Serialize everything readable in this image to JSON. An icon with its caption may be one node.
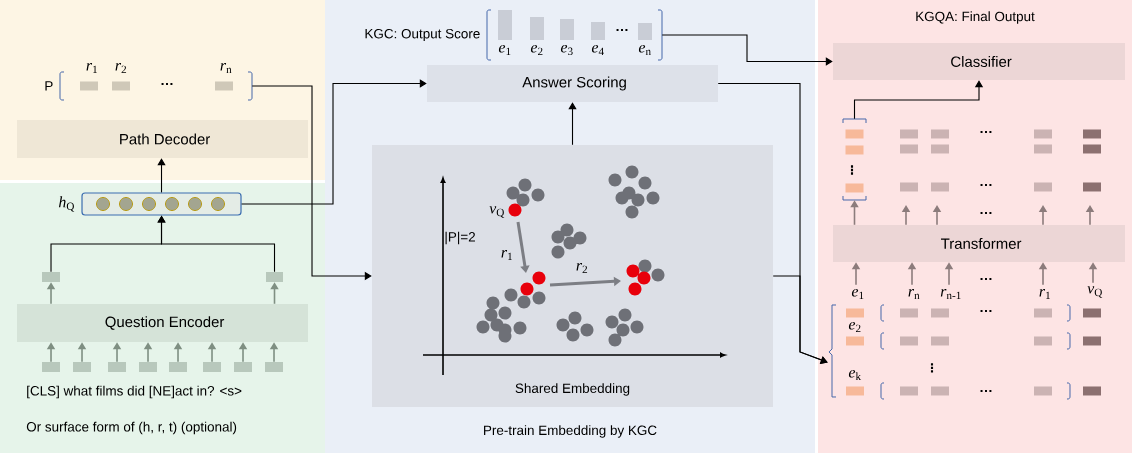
{
  "diagram": {
    "nodes": [
      {
        "text": [],
        "shape": "box"
      },
      {
        "text": [
          "P"
        ],
        "in": 0
      },
      {
        "text": [
          "Path Decoder"
        ],
        "in": 0
      },
      {
        "text": [],
        "shape": "box"
      },
      {
        "text": [
          "*h*$_{Q}$"
        ],
        "in": 3
      },
      {
        "text": [],
        "shape": "box",
        "in": 3
      },
      {
        "text": [],
        "shape": "box",
        "in": 3
      },
      {
        "text": [
          "Question Encoder"
        ],
        "in": 3
      },
      {
        "text": [],
        "shape": "box",
        "in": 3
      },
      {
        "text": [],
        "shape": "box",
        "in": 3
      },
      {
        "text": [],
        "shape": "box",
        "in": 3
      },
      {
        "text": [],
        "shape": "box",
        "in": 3
      },
      {
        "text": [],
        "shape": "box",
        "in": 3
      },
      {
        "text": [],
        "shape": "box",
        "in": 3
      },
      {
        "text": [],
        "shape": "box",
        "in": 3
      },
      {
        "text": [],
        "shape": "box",
        "in": 3
      },
      {
        "text": [
          "Pre-train Embedding by KGC"
        ]
      },
      {
        "text": [
          "KGC: Output Score"
        ],
        "in": 16
      },
      {
        "text": [
          "Answer Scoring"
        ],
        "in": 16
      },
      {
        "text": [
          "Shared Embedding"
        ],
        "in": 16
      },
      {
        "text": [
          "KGQA: Final Output"
        ]
      },
      {
        "text": [
          "Classifier"
        ],
        "in": 20
      },
      {
        "text": [],
        "shape": "bracket",
        "in": 20
      },
      {
        "text": [
          "Transformer"
        ],
        "in": 20
      },
      {
        "text": [],
        "shape": "bracket",
        "in": 20
      },
      {
        "text": [
          "*e*$_{1}$"
        ],
        "in": 20
      },
      {
        "text": [
          "*r*$_{n}$"
        ],
        "in": 20
      },
      {
        "text": [
          "*r*$_{n-1}$"
        ],
        "in": 20
      },
      {
        "text": [
          "*r*$_{1}$"
        ],
        "in": 20
      },
      {
        "text": [
          "*v*$_{Q}$"
        ],
        "in": 20
      }
    ],
    "edges": [
      {
        "from": 8,
        "to": 7,
        "arrow": "to",
        "color": "#7f8f82"
      },
      {
        "from": 9,
        "to": 7,
        "arrow": "to",
        "color": "#7f8f82"
      },
      {
        "from": 10,
        "to": 7,
        "arrow": "to",
        "color": "#7f8f82"
      },
      {
        "from": 11,
        "to": 7,
        "arrow": "to",
        "color": "#7f8f82"
      },
      {
        "from": 12,
        "to": 7,
        "arrow": "to",
        "color": "#7f8f82"
      },
      {
        "from": 13,
        "to": 7,
        "arrow": "to",
        "color": "#7f8f82"
      },
      {
        "from": 14,
        "to": 7,
        "arrow": "to",
        "color": "#7f8f82"
      },
      {
        "from": 15,
        "to": 7,
        "arrow": "to",
        "color": "#7f8f82"
      },
      {
        "from": 7,
        "to": 5,
        "arrow": "to",
        "color": "#7f8f82"
      },
      {
        "from": 7,
        "to": 6,
        "arrow": "to",
        "color": "#7f8f82"
      },
      {
        "from": 5,
        "to": 4,
        "arrow": "to",
        "color": "#000000"
      },
      {
        "from": 6,
        "to": 4,
        "arrow": "to",
        "color": "#000000"
      },
      {
        "from": 4,
        "to": 2,
        "arrow": "to",
        "color": "#000000"
      },
      {
        "from": 4,
        "to": 18,
        "arrow": "to",
        "color": "#000000"
      },
      {
        "from": 1,
        "to": 19,
        "arrow": "to",
        "color": "#000000"
      },
      {
        "from": 19,
        "to": 18,
        "arrow": "to",
        "color": "#000000"
      },
      {
        "from": 17,
        "to": 21,
        "arrow": "to",
        "color": "#000000"
      },
      {
        "from": 18,
        "to": 24,
        "arrow": "to",
        "color": "#000000"
      },
      {
        "from": 19,
        "to": 24,
        "arrow": "to",
        "color": "#000000"
      },
      {
        "from": 22,
        "to": 21,
        "arrow": "to",
        "color": "#000000"
      },
      {
        "from": 25,
        "to": 23,
        "arrow": "to",
        "color": "#8c7c7c"
      },
      {
        "from": 26,
        "to": 23,
        "arrow": "to",
        "color": "#8c7c7c"
      },
      {
        "from": 27,
        "to": 23,
        "arrow": "to",
        "color": "#8c7c7c"
      },
      {
        "from": 28,
        "to": 23,
        "arrow": "to",
        "color": "#8c7c7c"
      },
      {
        "from": 29,
        "to": 23,
        "arrow": "to",
        "color": "#8c7c7c"
      },
      {
        "from": 23,
        "to": 22,
        "arrow": "to",
        "color": "#8c7c7c"
      },
      {
        "from": 23,
        "to": null,
        "arrow": "to",
        "color": "#8c7c7c"
      },
      {
        "from": 23,
        "to": null,
        "arrow": "to",
        "color": "#8c7c7c"
      },
      {
        "from": 23,
        "to": null,
        "arrow": "to",
        "color": "#8c7c7c"
      },
      {
        "from": 23,
        "to": null,
        "arrow": "to",
        "color": "#8c7c7c"
      }
    ],
    "labels": [
      "*r*$_{1}$",
      "*r*$_{2}$",
      "…",
      "*r*$_{n}$",
      "*e*$_{1}$",
      "*e*$_{2}$",
      "*e*$_{3}$",
      "*e*$_{4}$",
      "…",
      "*e*$_{n}$",
      "*v*$_{Q}$",
      "|P|=2",
      "*r*$_{1}$",
      "*r*$_{2}$",
      "[CLS] what films did [NE]act in? <s>",
      "Or surface form of (h, r, t) (optional)",
      "…",
      "⋮",
      "…",
      "…",
      "…",
      "*e*$_{2}$",
      "…",
      "⋮",
      "*e*$_{k}$",
      "…"
    ]
  }
}
